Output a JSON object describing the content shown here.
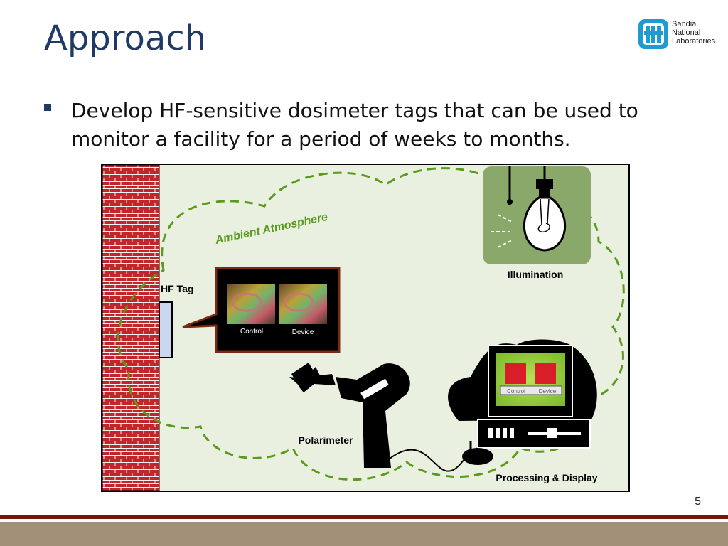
{
  "slide": {
    "title": "Approach",
    "logo_lines": [
      "Sandia",
      "National",
      "Laboratories"
    ],
    "bullet": "Develop HF-sensitive dosimeter tags that can be used to monitor a facility for a period of weeks to months.",
    "page_number": "5"
  },
  "diagram": {
    "ambient_label": "Ambient Atmosphere",
    "hf_tag_label": "HF Tag",
    "illumination_label": "Illumination",
    "polarimeter_label": "Polarimeter",
    "processing_label": "Processing & Display",
    "inset_control_label": "Control",
    "inset_device_label": "Device",
    "screen_control_label": "Control",
    "screen_device_label": "Device"
  },
  "colors": {
    "title": "#1f3a64",
    "dashed_cloud": "#5a9a1e",
    "background_panel": "#eaf0e0",
    "brick": "#c0262c",
    "illumination_box": "#8aa86a",
    "footer_red": "#7b1212",
    "footer_tan": "#a39079"
  }
}
